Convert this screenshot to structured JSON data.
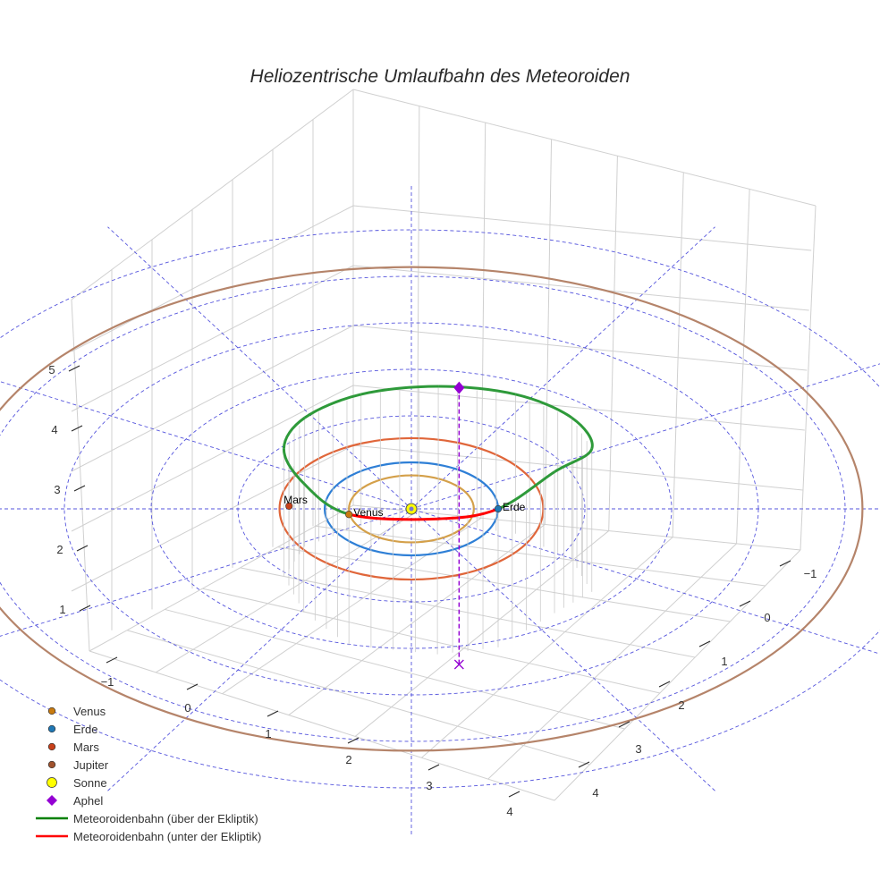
{
  "chart_data": {
    "type": "scatter3d",
    "title": "Heliozentrische Umlaufbahn des Meteoroiden",
    "axes": {
      "x": {
        "ticks": [
          -1,
          0,
          1,
          2,
          3,
          4
        ]
      },
      "y": {
        "ticks": [
          -1,
          0,
          1,
          2,
          3,
          4
        ]
      },
      "z": {
        "ticks": [
          1,
          2,
          3,
          4,
          5
        ]
      }
    },
    "planet_orbits": [
      {
        "name": "Venus",
        "radius_au": 0.72,
        "color": "#d4a04a"
      },
      {
        "name": "Erde",
        "radius_au": 1.0,
        "color": "#2e7fd6"
      },
      {
        "name": "Mars",
        "radius_au": 1.52,
        "color": "#e0663a"
      },
      {
        "name": "Jupiter",
        "radius_au": 5.2,
        "color": "#b5846a"
      }
    ],
    "planets": [
      {
        "name": "Venus",
        "x": -0.72,
        "y": -0.12,
        "z": 0,
        "color": "#c87a10",
        "label": "Venus"
      },
      {
        "name": "Erde",
        "x": 1.0,
        "y": 0,
        "z": 0,
        "color": "#1f77b4",
        "label": "Erde"
      },
      {
        "name": "Mars",
        "x": -1.41,
        "y": 0.06,
        "z": 0,
        "color": "#c8401a",
        "label": "Mars"
      },
      {
        "name": "Sonne",
        "x": 0,
        "y": 0,
        "z": 0,
        "color": "#ffff00"
      }
    ],
    "aphel": {
      "x": 0.55,
      "y": 1.3,
      "z": 1.13,
      "color": "#9400d3"
    },
    "meteoroid_orbit": [
      {
        "x": 2.08,
        "y": 0.6,
        "z": 0.6
      },
      {
        "x": 1.85,
        "y": 0.92,
        "z": 0.9
      },
      {
        "x": 1.2,
        "y": 1.17,
        "z": 1.12
      },
      {
        "x": 0.31,
        "y": 1.25,
        "z": 1.2
      },
      {
        "x": -0.58,
        "y": 1.17,
        "z": 1.12
      },
      {
        "x": -1.23,
        "y": 0.92,
        "z": 0.9
      },
      {
        "x": -1.47,
        "y": 0.6,
        "z": 0.6
      },
      {
        "x": -1.24,
        "y": 0.2,
        "z": 0.3
      },
      {
        "x": -0.72,
        "y": 0,
        "z": -0.1
      },
      {
        "x": 0.3,
        "y": -0.1,
        "z": -0.1
      },
      {
        "x": 1.0,
        "y": 0,
        "z": 0
      },
      {
        "x": 1.65,
        "y": 0.45,
        "z": 0.3
      }
    ],
    "above_color": "#2e9a3a",
    "below_color": "#ff0000",
    "grid_rings_au": [
      1,
      2,
      3,
      4,
      5,
      6
    ],
    "legend_placement": "bottom-left",
    "legend": [
      {
        "label": "Venus",
        "symbol": "circle",
        "color": "#c87a10"
      },
      {
        "label": "Erde",
        "symbol": "circle",
        "color": "#1f77b4"
      },
      {
        "label": "Mars",
        "symbol": "circle",
        "color": "#c8401a"
      },
      {
        "label": "Jupiter",
        "symbol": "circle",
        "color": "#a0522d"
      },
      {
        "label": "Sonne",
        "symbol": "circle-large",
        "color": "#ffff00"
      },
      {
        "label": "Aphel",
        "symbol": "diamond",
        "color": "#9400d3"
      },
      {
        "label": "Meteoroidenbahn (über der Ekliptik)",
        "symbol": "line",
        "color": "#008000"
      },
      {
        "label": "Meteoroidenbahn (unter der Ekliptik)",
        "symbol": "line",
        "color": "#ff0000"
      }
    ]
  }
}
